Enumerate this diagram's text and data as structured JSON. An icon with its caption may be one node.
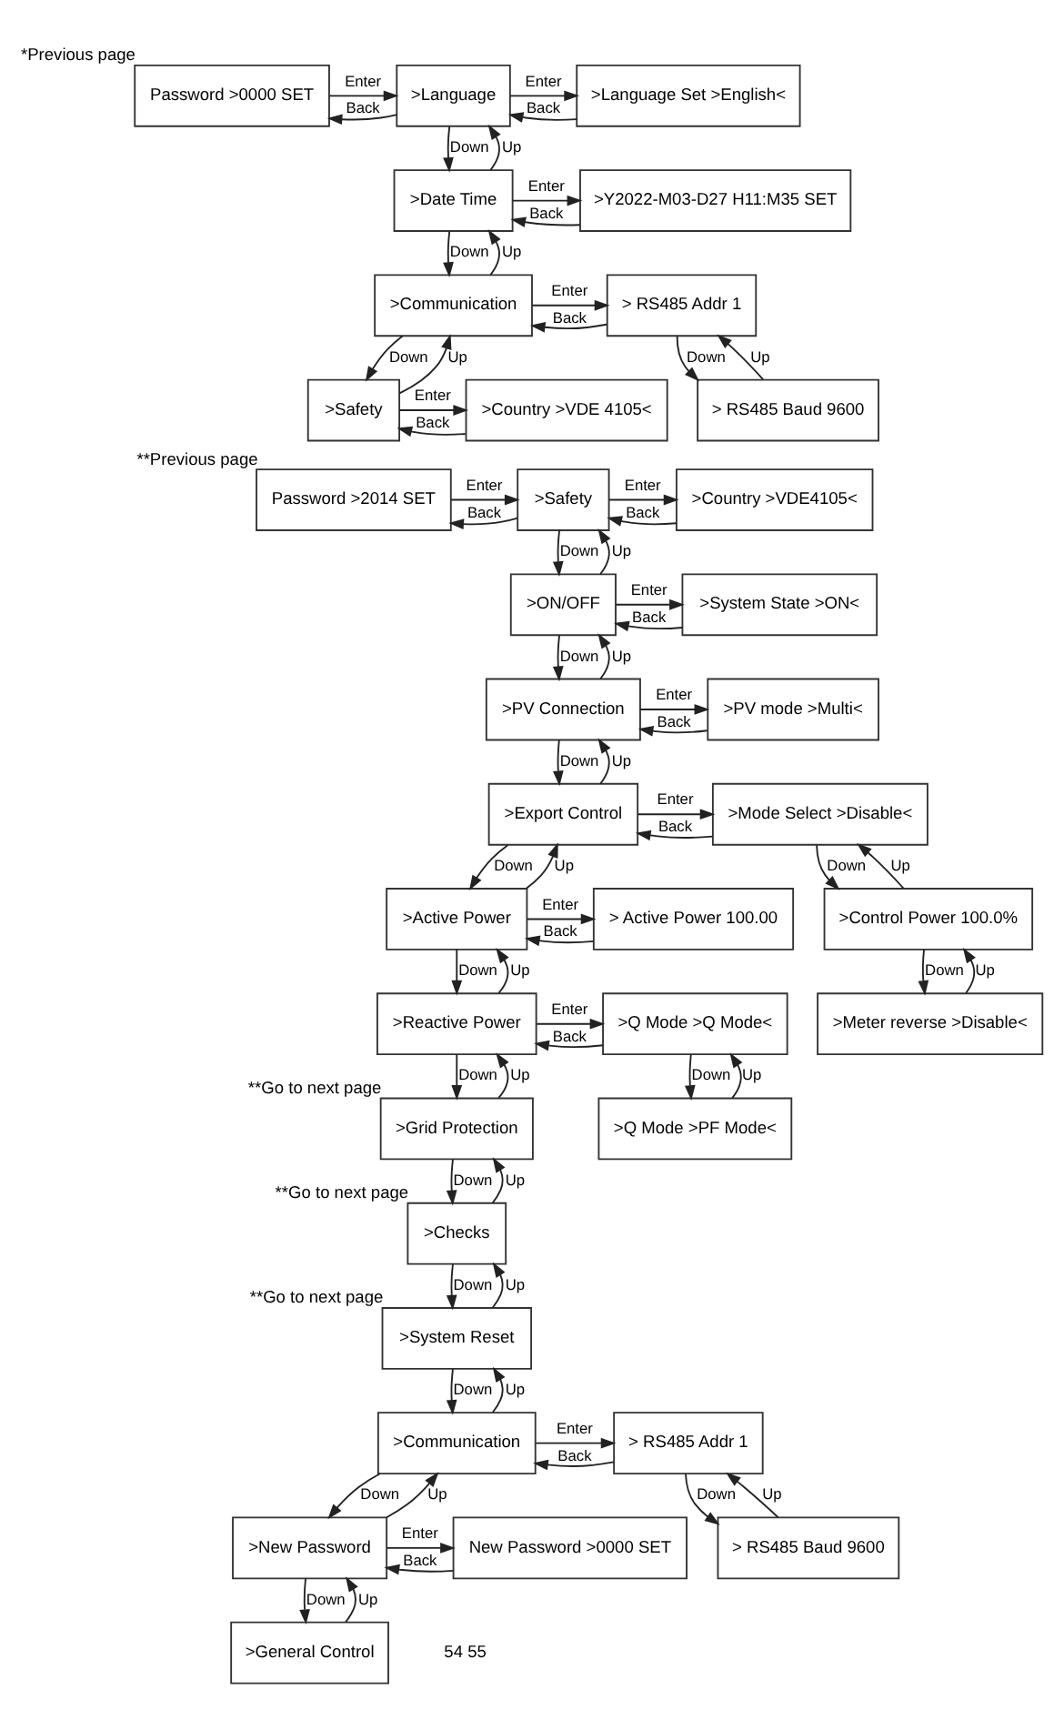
{
  "diagram": {
    "nodes": [
      {
        "text": [
          "Password >0000 SET"
        ],
        "beside": [
          "*Previous page"
        ]
      },
      {
        "text": [
          ">Language"
        ]
      },
      {
        "text": [
          ">Language Set >English<"
        ]
      },
      {
        "text": [
          ">Date Time"
        ]
      },
      {
        "text": [
          ">Y2022-M03-D27 H11:M35 SET"
        ]
      },
      {
        "text": [
          ">Communication"
        ]
      },
      {
        "text": [
          "> RS485 Addr 1"
        ]
      },
      {
        "text": [
          "> RS485 Baud 9600"
        ]
      },
      {
        "text": [
          ">Safety"
        ]
      },
      {
        "text": [
          ">Country >VDE 4105<"
        ]
      },
      {
        "text": [
          "Password >2014 SET"
        ],
        "beside": [
          "**Previous page"
        ]
      },
      {
        "text": [
          ">Safety"
        ]
      },
      {
        "text": [
          ">Country >VDE4105<"
        ]
      },
      {
        "text": [
          ">ON/OFF"
        ]
      },
      {
        "text": [
          ">System State >ON<"
        ]
      },
      {
        "text": [
          ">PV Connection"
        ]
      },
      {
        "text": [
          ">PV mode >Multi<"
        ]
      },
      {
        "text": [
          ">Export Control"
        ]
      },
      {
        "text": [
          ">Mode Select >Disable<"
        ]
      },
      {
        "text": [
          ">Control Power 100.0%"
        ]
      },
      {
        "text": [
          ">Meter reverse >Disable<"
        ]
      },
      {
        "text": [
          ">Active Power"
        ]
      },
      {
        "text": [
          "> Active Power 100.00"
        ]
      },
      {
        "text": [
          ">Reactive Power"
        ]
      },
      {
        "text": [
          ">Q Mode >Q Mode<"
        ]
      },
      {
        "text": [
          ">Q Mode >PF Mode<"
        ]
      },
      {
        "text": [
          ">Grid Protection"
        ],
        "beside": [
          "**Go to next page"
        ]
      },
      {
        "text": [
          ">Checks"
        ],
        "beside": [
          "**Go to next page"
        ]
      },
      {
        "text": [
          ">System Reset"
        ],
        "beside": [
          "**Go to next page"
        ]
      },
      {
        "text": [
          ">Communication"
        ]
      },
      {
        "text": [
          "> RS485 Addr 1"
        ]
      },
      {
        "text": [
          "> RS485 Baud 9600"
        ]
      },
      {
        "text": [
          ">New Password"
        ]
      },
      {
        "text": [
          "New Password >0000 SET"
        ]
      },
      {
        "text": [
          ">General Control"
        ]
      }
    ],
    "edges": [
      {
        "from": 0,
        "to": 1,
        "arrow": "to",
        "label": "Enter"
      },
      {
        "from": 1,
        "to": 0,
        "arrow": "to",
        "label": "Back"
      },
      {
        "from": 1,
        "to": 2,
        "arrow": "to",
        "label": "Enter"
      },
      {
        "from": 2,
        "to": 1,
        "arrow": "to",
        "label": "Back"
      },
      {
        "from": 3,
        "to": 1,
        "arrow": "to",
        "label": "Up"
      },
      {
        "from": 1,
        "to": 3,
        "arrow": "to",
        "label": "Down"
      },
      {
        "from": 3,
        "to": 4,
        "arrow": "to",
        "label": "Enter"
      },
      {
        "from": 4,
        "to": 3,
        "arrow": "to",
        "label": "Back"
      },
      {
        "from": 5,
        "to": 3,
        "arrow": "to",
        "label": "Up"
      },
      {
        "from": 3,
        "to": 5,
        "arrow": "to",
        "label": "Down"
      },
      {
        "from": 5,
        "to": 6,
        "arrow": "to",
        "label": "Enter"
      },
      {
        "from": 6,
        "to": 5,
        "arrow": "to",
        "label": "Back"
      },
      {
        "from": 7,
        "to": 6,
        "arrow": "to",
        "label": "Up"
      },
      {
        "from": 6,
        "to": 7,
        "arrow": "to",
        "label": "Down"
      },
      {
        "from": 8,
        "to": 5,
        "arrow": "to",
        "label": "Up"
      },
      {
        "from": 5,
        "to": 8,
        "arrow": "to",
        "label": "Down"
      },
      {
        "from": 8,
        "to": 9,
        "arrow": "to",
        "label": "Enter"
      },
      {
        "from": 9,
        "to": 8,
        "arrow": "to",
        "label": "Back"
      },
      {
        "from": 10,
        "to": 11,
        "arrow": "to",
        "label": "Enter"
      },
      {
        "from": 11,
        "to": 10,
        "arrow": "to",
        "label": "Back"
      },
      {
        "from": 11,
        "to": 12,
        "arrow": "to",
        "label": "Enter"
      },
      {
        "from": 12,
        "to": 11,
        "arrow": "to",
        "label": "Back"
      },
      {
        "from": 13,
        "to": 11,
        "arrow": "to",
        "label": "Up"
      },
      {
        "from": 11,
        "to": 13,
        "arrow": "to",
        "label": "Down"
      },
      {
        "from": 13,
        "to": 14,
        "arrow": "to",
        "label": "Enter"
      },
      {
        "from": 14,
        "to": 13,
        "arrow": "to",
        "label": "Back"
      },
      {
        "from": 15,
        "to": 13,
        "arrow": "to",
        "label": "Up"
      },
      {
        "from": 13,
        "to": 15,
        "arrow": "to",
        "label": "Down"
      },
      {
        "from": 15,
        "to": 16,
        "arrow": "to",
        "label": "Enter"
      },
      {
        "from": 16,
        "to": 15,
        "arrow": "to",
        "label": "Back"
      },
      {
        "from": 17,
        "to": 15,
        "arrow": "to",
        "label": "Up"
      },
      {
        "from": 15,
        "to": 17,
        "arrow": "to",
        "label": "Down"
      },
      {
        "from": 17,
        "to": 18,
        "arrow": "to",
        "label": "Enter"
      },
      {
        "from": 18,
        "to": 17,
        "arrow": "to",
        "label": "Back"
      },
      {
        "from": 19,
        "to": 18,
        "arrow": "to",
        "label": "Up"
      },
      {
        "from": 18,
        "to": 19,
        "arrow": "to",
        "label": "Down"
      },
      {
        "from": 20,
        "to": 19,
        "arrow": "to",
        "label": "Up"
      },
      {
        "from": 19,
        "to": 20,
        "arrow": "to",
        "label": "Down"
      },
      {
        "from": 21,
        "to": 17,
        "arrow": "to",
        "label": "Up"
      },
      {
        "from": 17,
        "to": 21,
        "arrow": "to",
        "label": "Down"
      },
      {
        "from": 21,
        "to": 22,
        "arrow": "to",
        "label": "Enter"
      },
      {
        "from": 22,
        "to": 21,
        "arrow": "to",
        "label": "Back"
      },
      {
        "from": 23,
        "to": 21,
        "arrow": "to",
        "label": "Up"
      },
      {
        "from": 21,
        "to": 23,
        "arrow": "to",
        "label": "Down"
      },
      {
        "from": 23,
        "to": 24,
        "arrow": "to",
        "label": "Enter"
      },
      {
        "from": 24,
        "to": 23,
        "arrow": "to",
        "label": "Back"
      },
      {
        "from": 25,
        "to": 24,
        "arrow": "to",
        "label": "Up"
      },
      {
        "from": 24,
        "to": 25,
        "arrow": "to",
        "label": "Down"
      },
      {
        "from": 26,
        "to": 23,
        "arrow": "to",
        "label": "Up"
      },
      {
        "from": 23,
        "to": 26,
        "arrow": "to",
        "label": "Down"
      },
      {
        "from": 27,
        "to": 26,
        "arrow": "to",
        "label": "Up"
      },
      {
        "from": 26,
        "to": 27,
        "arrow": "to",
        "label": "Down"
      },
      {
        "from": 28,
        "to": 27,
        "arrow": "to",
        "label": "Up"
      },
      {
        "from": 27,
        "to": 28,
        "arrow": "to",
        "label": "Down"
      },
      {
        "from": 29,
        "to": 28,
        "arrow": "to",
        "label": "Up"
      },
      {
        "from": 28,
        "to": 29,
        "arrow": "to",
        "label": "Down"
      },
      {
        "from": 29,
        "to": 30,
        "arrow": "to",
        "label": "Enter"
      },
      {
        "from": 30,
        "to": 29,
        "arrow": "to",
        "label": "Back"
      },
      {
        "from": 31,
        "to": 30,
        "arrow": "to",
        "label": "Up"
      },
      {
        "from": 30,
        "to": 31,
        "arrow": "to",
        "label": "Down"
      },
      {
        "from": 32,
        "to": 29,
        "arrow": "to",
        "label": "Up"
      },
      {
        "from": 29,
        "to": 32,
        "arrow": "to",
        "label": "Down"
      },
      {
        "from": 32,
        "to": 33,
        "arrow": "to",
        "label": "Enter"
      },
      {
        "from": 33,
        "to": 32,
        "arrow": "to",
        "label": "Back"
      },
      {
        "from": 34,
        "to": 32,
        "arrow": "to",
        "label": "Up"
      },
      {
        "from": 32,
        "to": 34,
        "arrow": "to",
        "label": "Down"
      }
    ],
    "labels": [
      "54 55"
    ]
  }
}
